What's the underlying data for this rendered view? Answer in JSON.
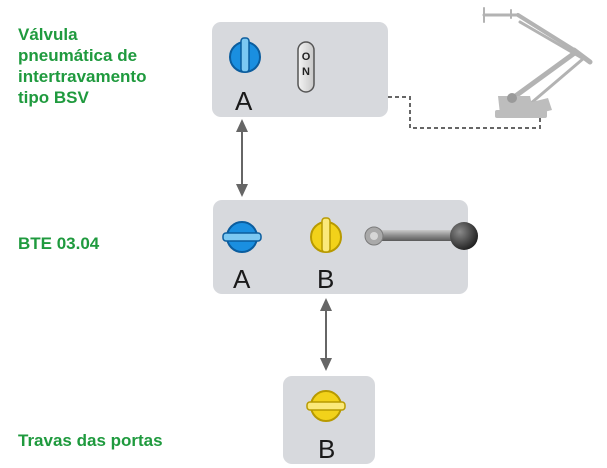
{
  "labels": {
    "valve_title": [
      "Válvula",
      "pneumática de",
      "intertravamento",
      "tipo BSV"
    ],
    "bte": "BTE 03.04",
    "door_locks": "Travas das portas"
  },
  "valve_panel": {
    "key_letter": "A",
    "switch_text": [
      "O",
      "N"
    ],
    "key_color": "#1a8fe0"
  },
  "bte_panel": {
    "key_a_letter": "A",
    "key_b_letter": "B",
    "key_a_color": "#1a8fe0",
    "key_b_color": "#f2d21a"
  },
  "door_panel": {
    "key_letter": "B",
    "key_color": "#f2d21a"
  },
  "colors": {
    "label_green": "#1f9a3e",
    "panel_gray": "#d7d9dd",
    "connector_gray": "#666666"
  }
}
